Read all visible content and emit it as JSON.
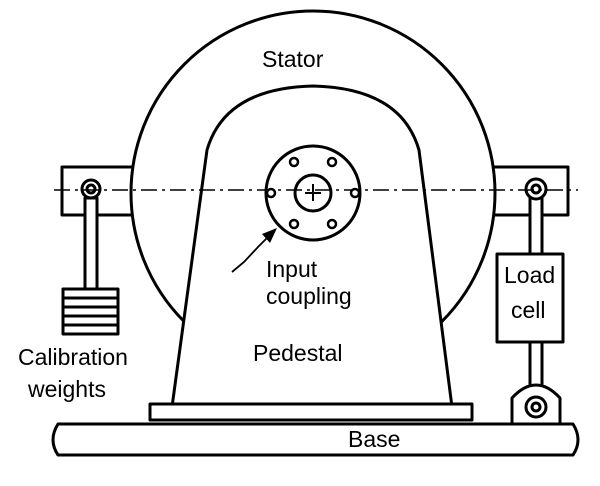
{
  "labels": {
    "stator": "Stator",
    "input_coupling_line1": "Input",
    "input_coupling_line2": "coupling",
    "load_cell_line1": "Load",
    "load_cell_line2": "cell",
    "calibration_line1": "Calibration",
    "calibration_line2": "weights",
    "pedestal": "Pedestal",
    "base": "Base"
  },
  "colors": {
    "line": "#000000",
    "background": "#ffffff"
  }
}
